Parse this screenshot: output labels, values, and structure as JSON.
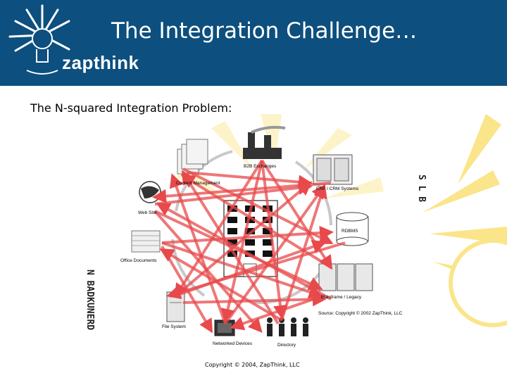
{
  "header": {
    "title": "The Integration Challenge…",
    "logo_text": "zapthink",
    "brand_color": "#0d4f7e"
  },
  "subtitle": "The N-squared Integration Problem:",
  "diagram": {
    "nodes": {
      "b2b": "B2B Exchanges",
      "content": "Content Management",
      "erp": "ERP / CRM Systems",
      "website": "Web Site",
      "rdbms": "RDBMS",
      "office": "Office Documents",
      "mainframe": "Mainframe / Legacy",
      "filesystem": "File System",
      "networked": "Networked Devices",
      "directory": "Directory"
    },
    "source_note": "Source: Copyright © 2002 ZapThink, LLC",
    "garbled_left": "N BADKUNERD",
    "garbled_right": "S L B",
    "arrow_color": "#e8494b"
  },
  "footer": {
    "copyright": "Copyright © 2004, ZapThink, LLC"
  }
}
